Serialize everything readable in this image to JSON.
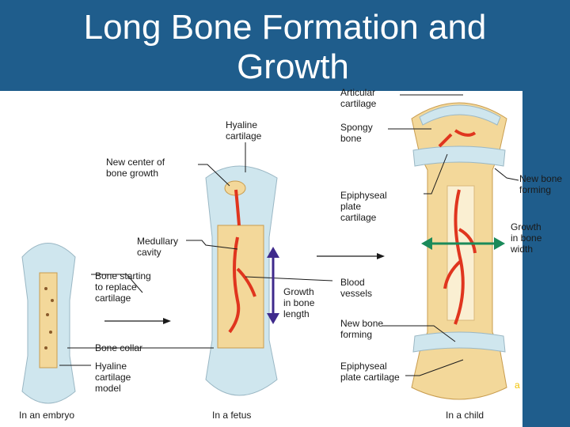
{
  "title": {
    "line1": "Long Bone Formation and",
    "line2": "Growth"
  },
  "labels": {
    "articular_cartilage": "Articular\ncartilage",
    "hyaline_cartilage": "Hyaline\ncartilage",
    "spongy_bone": "Spongy\nbone",
    "new_center": "New center of\nbone growth",
    "new_bone_forming_top": "New bone\nforming",
    "epiphyseal_plate_mid": "Epiphyseal\nplate\ncartilage",
    "growth_width": "Growth\nin bone\nwidth",
    "medullary_cavity": "Medullary\ncavity",
    "bone_starting": "Bone starting\nto replace\ncartilage",
    "growth_length": "Growth\nin bone\nlength",
    "blood_vessels": "Blood\nvessels",
    "new_bone_forming_low": "New bone\nforming",
    "bone_collar": "Bone collar",
    "hyaline_model": "Hyaline\ncartilage\nmodel",
    "epiphyseal_plate_low": "Epiphyseal\nplate cartilage"
  },
  "stages": {
    "embryo": "In an embryo",
    "fetus": "In a fetus",
    "child": "In a child"
  },
  "fig_fragment": "a",
  "colors": {
    "background": "#1f5d8c",
    "cartilage": "#cfe6ee",
    "bone": "#f3d89a",
    "vessel": "#e0351e",
    "arrow_purple": "#3f2a8c",
    "arrow_green": "#1a8a5a"
  }
}
